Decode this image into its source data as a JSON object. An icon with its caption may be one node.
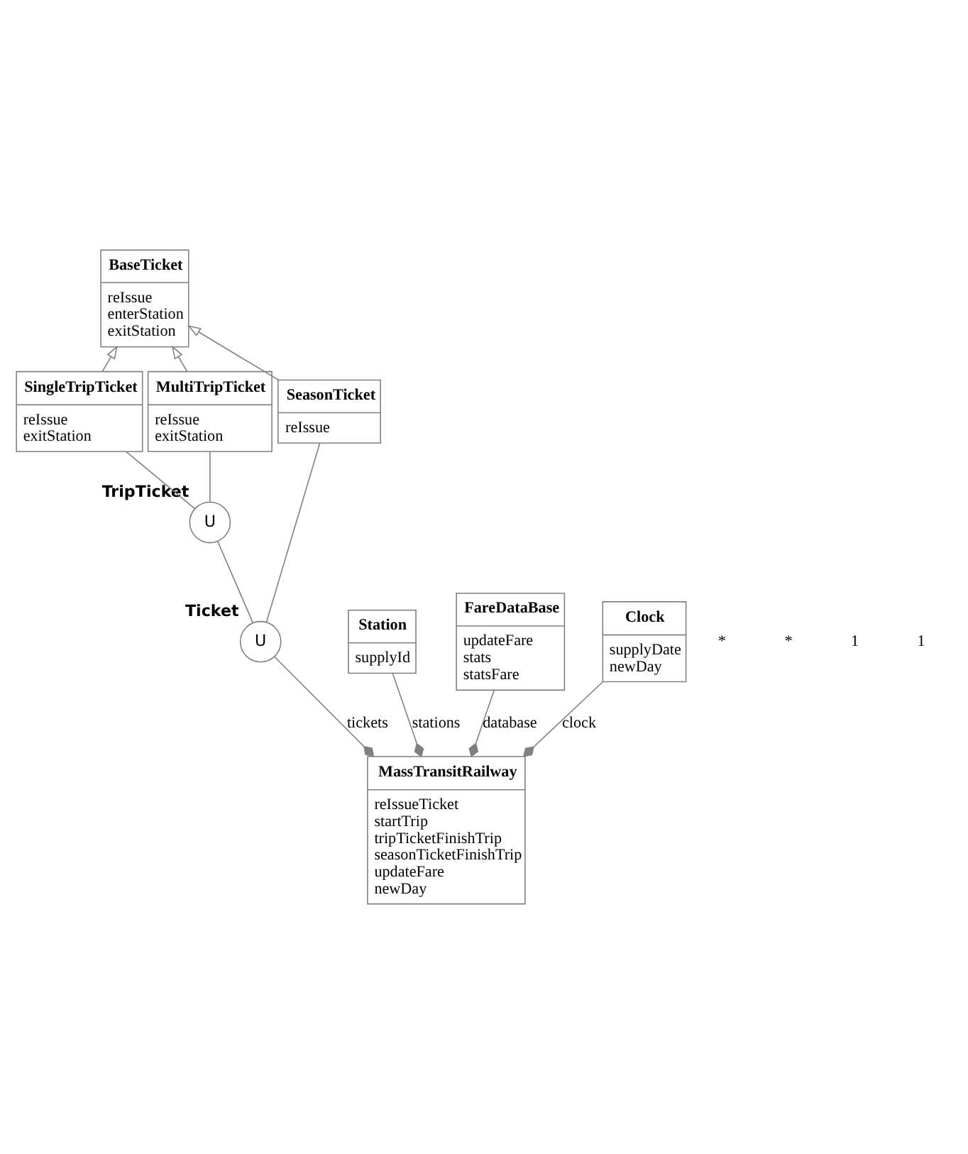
{
  "diagram": {
    "nodes": [
      {
        "text": [
          "BaseTicket",
          "reIssue",
          "enterStation",
          "exitStation"
        ]
      },
      {
        "text": [
          "SingleTripTicket",
          "reIssue",
          "exitStation"
        ]
      },
      {
        "text": [
          "MultiTripTicket",
          "reIssue",
          "exitStation"
        ]
      },
      {
        "text": [
          "SeasonTicket",
          "reIssue"
        ]
      },
      {
        "text": [
          "U"
        ],
        "beside": [
          "TripTicket"
        ]
      },
      {
        "text": [
          "U"
        ],
        "beside": [
          "Ticket"
        ]
      },
      {
        "text": [
          "Station",
          "supplyId"
        ]
      },
      {
        "text": [
          "FareDataBase",
          "updateFare",
          "stats",
          "statsFare"
        ]
      },
      {
        "text": [
          "MassTransitRailway",
          "reIssueTicket",
          "startTrip",
          "tripTicketFinishTrip",
          "seasonTicketFinishTrip",
          "updateFare",
          "newDay"
        ]
      },
      {
        "text": [
          "Clock",
          "supplyDate",
          "newDay"
        ]
      }
    ],
    "edges": [
      {
        "from": 1,
        "to": 0,
        "arrow": "to"
      },
      {
        "from": 2,
        "to": 0,
        "arrow": "to"
      },
      {
        "from": 3,
        "to": 0,
        "arrow": "to"
      },
      {
        "from": 1,
        "to": 4,
        "arrow": "none"
      },
      {
        "from": 2,
        "to": 4,
        "arrow": "none"
      },
      {
        "from": 4,
        "to": 5,
        "arrow": "none"
      },
      {
        "from": 3,
        "to": 5,
        "arrow": "none"
      },
      {
        "from": 6,
        "to": 8,
        "arrow": "other",
        "label": "stations"
      },
      {
        "from": 5,
        "to": 8,
        "arrow": "other",
        "label": "tickets"
      },
      {
        "from": 7,
        "to": 8,
        "arrow": "other",
        "label": "database"
      },
      {
        "from": 9,
        "to": 8,
        "arrow": "other",
        "label": "clock"
      }
    ],
    "labels": [
      "*",
      "*",
      "1",
      "1"
    ]
  }
}
